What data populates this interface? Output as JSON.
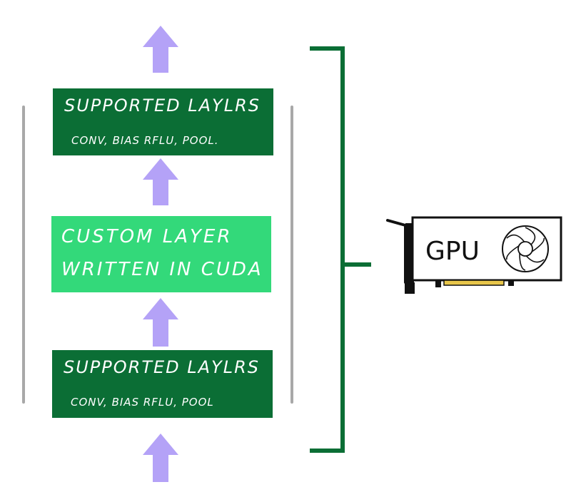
{
  "stack": {
    "top_layer": {
      "title": "SUPPORTED LAYLRS",
      "subtitle": "CONV, BIAS RFLU, POOL."
    },
    "custom_layer": {
      "line1": "CUSTOM LAYER",
      "line2": "WRITTEN IN CUDA"
    },
    "bottom_layer": {
      "title": "SUPPORTED LAYLRS",
      "subtitle": "CONV, BIAS RFLU, POOL"
    }
  },
  "gpu": {
    "label": "GPU"
  },
  "colors": {
    "supported_layer": "#0b6e35",
    "custom_layer": "#33d97a",
    "arrow": "#b4a2f7",
    "bracket": "#0b6e35",
    "side_lines": "#a8a8a8"
  },
  "icons": [
    "up-arrow-icon",
    "gpu-card-icon",
    "fan-icon"
  ]
}
